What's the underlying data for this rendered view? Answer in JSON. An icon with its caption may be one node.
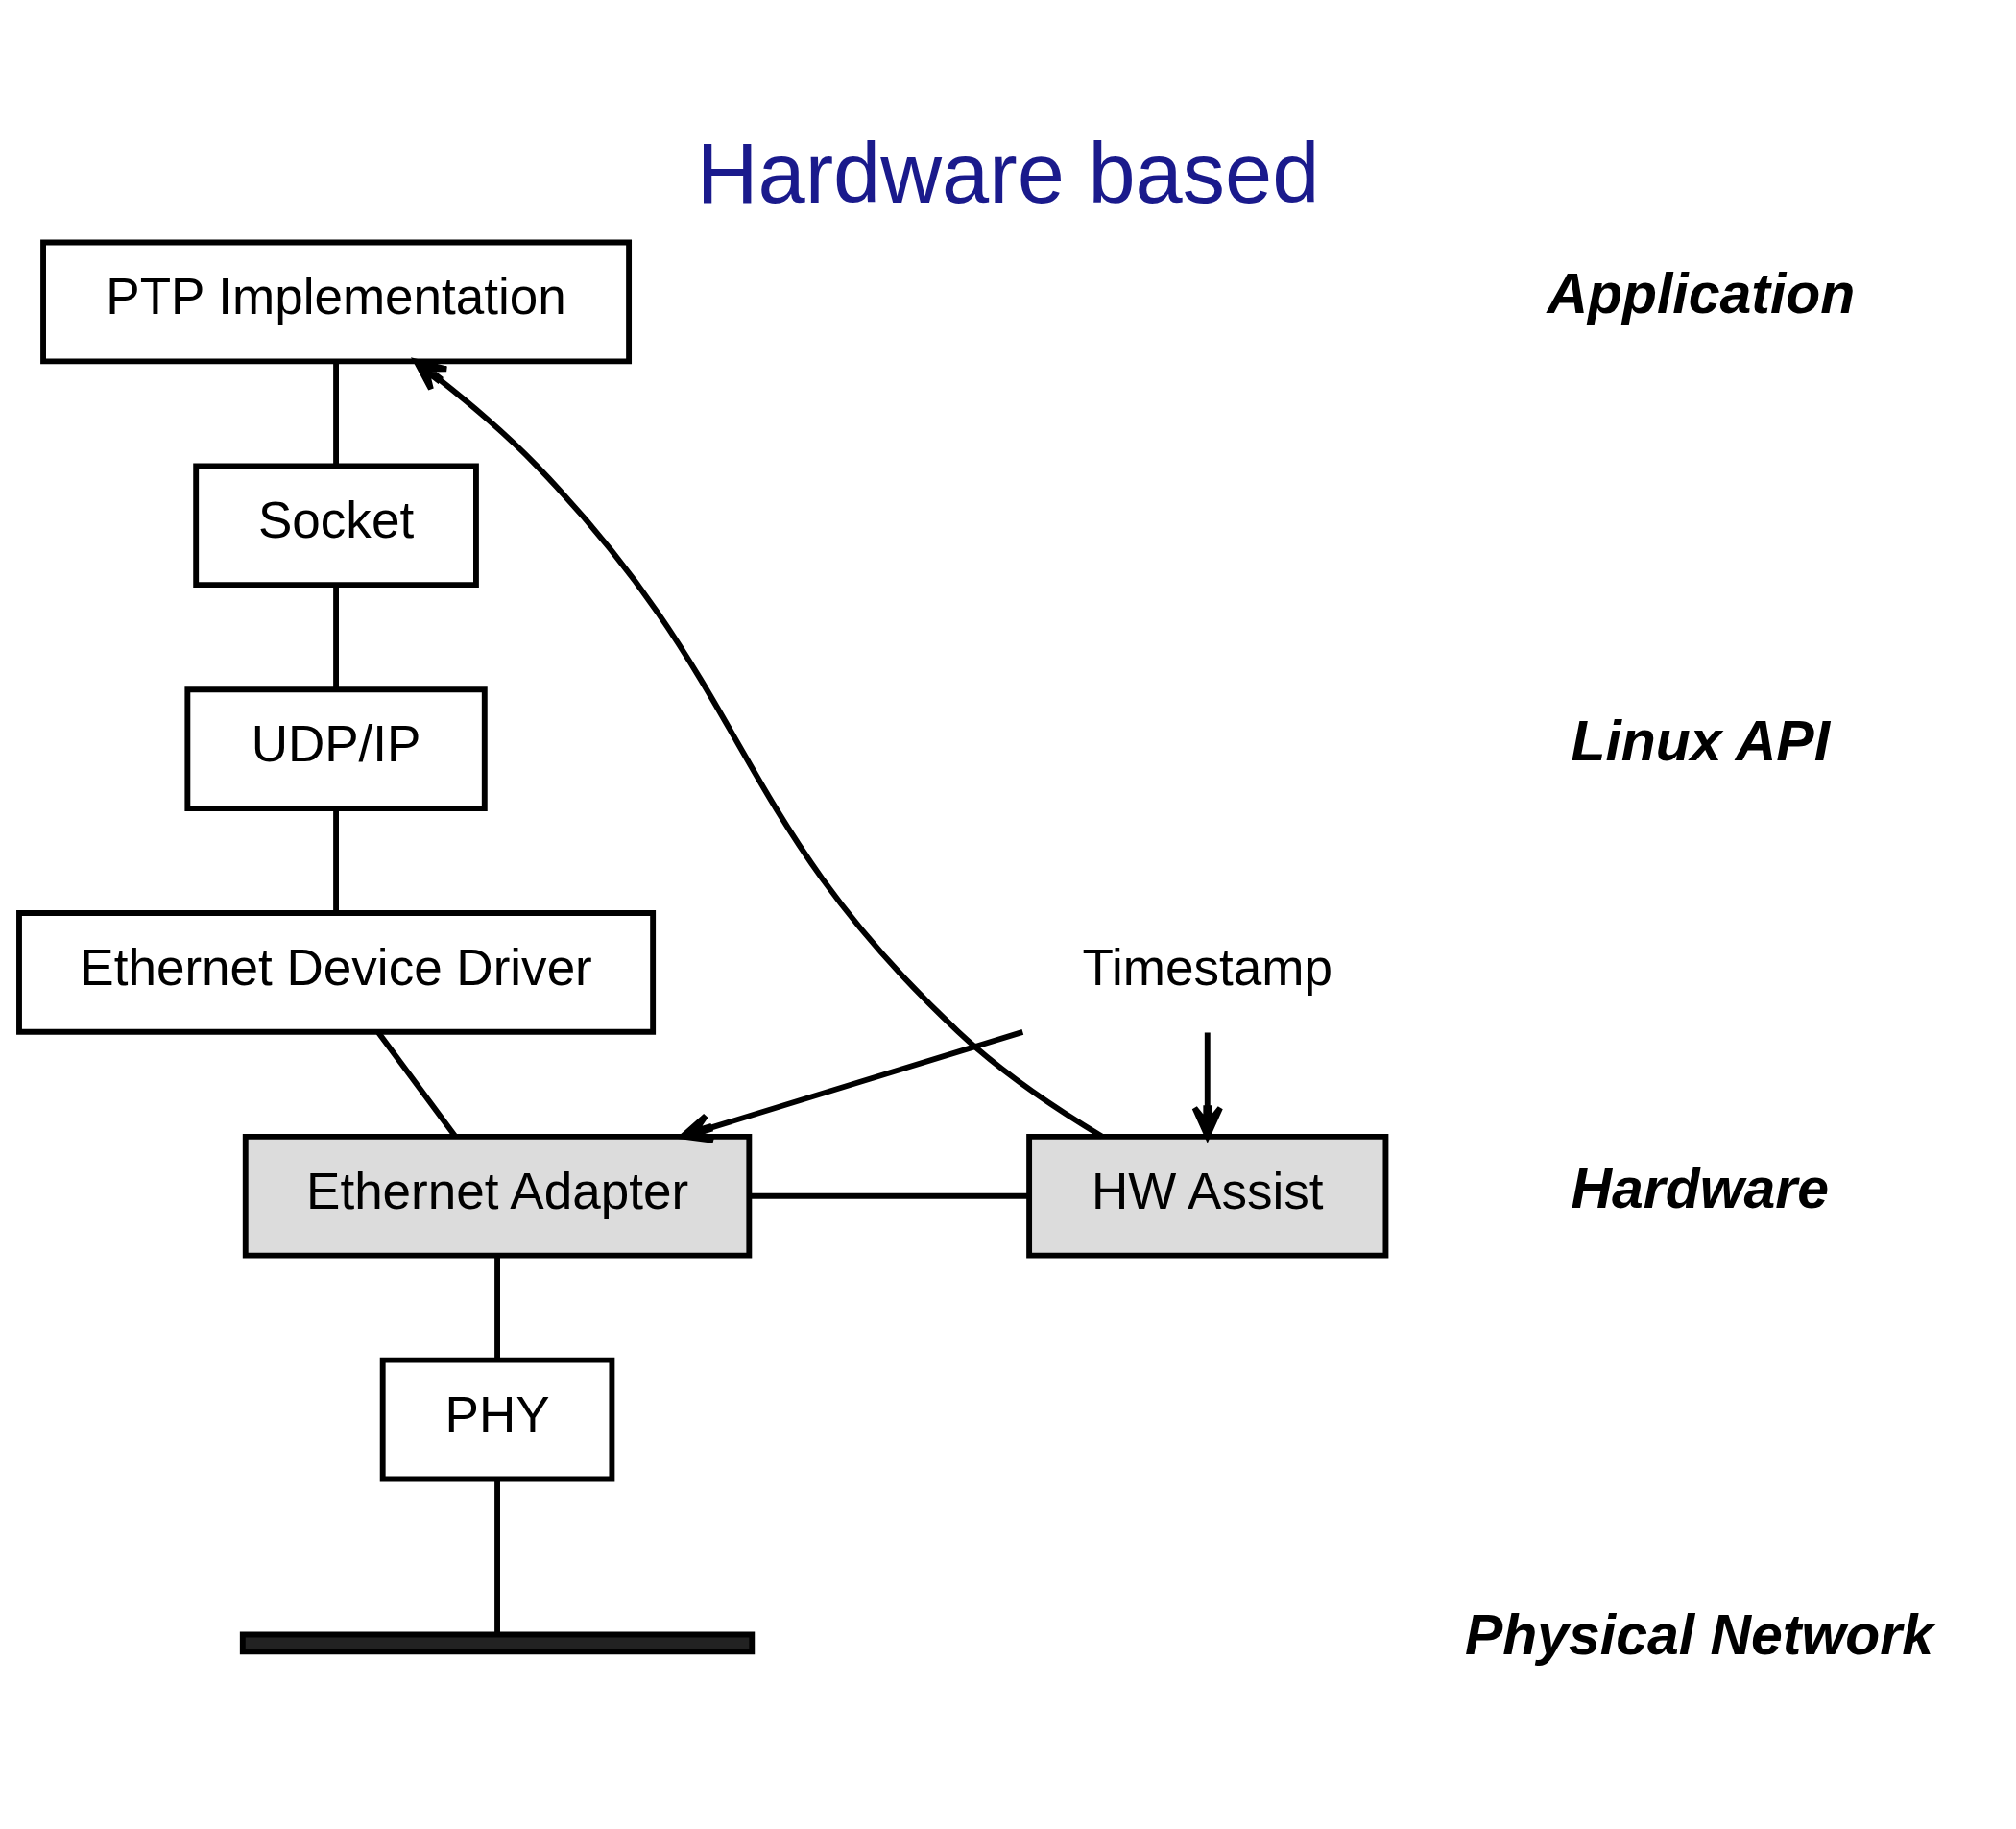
{
  "diagram": {
    "title": "Hardware based",
    "nodes": [
      {
        "text": [
          "PTP Implementation"
        ]
      },
      {
        "text": [
          "Socket"
        ]
      },
      {
        "text": [
          "UDP/IP"
        ]
      },
      {
        "text": [
          "Ethernet Device Driver"
        ]
      },
      {
        "text": [
          "Ethernet Adapter"
        ]
      },
      {
        "text": [
          "HW Assist"
        ]
      },
      {
        "text": [
          "PHY"
        ]
      },
      {
        "text": [
          "Timestamp"
        ]
      },
      {
        "text": [],
        "shape": "bar"
      }
    ],
    "edges": [
      {
        "from": 0,
        "to": 1,
        "arrow": "none"
      },
      {
        "from": 1,
        "to": 2,
        "arrow": "none"
      },
      {
        "from": 2,
        "to": 3,
        "arrow": "none"
      },
      {
        "from": 3,
        "to": 4,
        "arrow": "none"
      },
      {
        "from": 4,
        "to": 6,
        "arrow": "none"
      },
      {
        "from": 6,
        "to": 8,
        "arrow": "none"
      },
      {
        "from": 4,
        "to": 5,
        "arrow": "none"
      },
      {
        "from": 5,
        "to": 0,
        "arrow": "to"
      },
      {
        "from": 7,
        "to": 4,
        "arrow": "to"
      },
      {
        "from": 7,
        "to": 5,
        "arrow": "to"
      }
    ],
    "labels": [
      "Application",
      "Linux API",
      "Hardware",
      "Physical Network"
    ]
  }
}
